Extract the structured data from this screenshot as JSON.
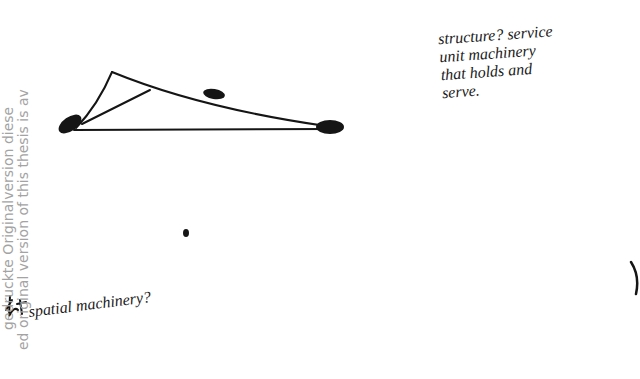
{
  "diagram": {
    "labels": [
      "structure? service unit machinery that holds and serve.",
      "spatial machinery?",
      "gedruckte Originalversion diese",
      "ed original version of this thesis is av"
    ]
  }
}
